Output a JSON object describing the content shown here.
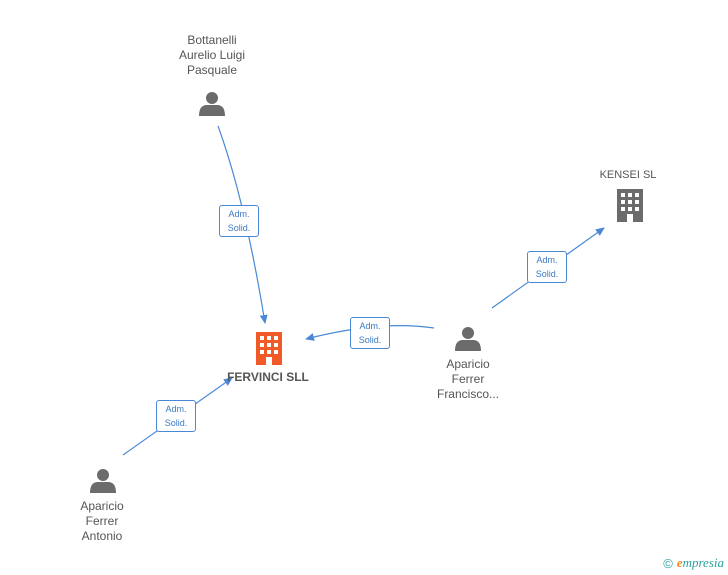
{
  "colors": {
    "edge": "#4a88d6",
    "person_icon": "#6b6b6b",
    "company_icon": "#6b6b6b",
    "main_company_icon": "#f05a28"
  },
  "nodes": {
    "bottanelli": {
      "name_lines": [
        "Bottanelli",
        "Aurelio Luigi",
        "Pasquale"
      ],
      "icon": "person-icon"
    },
    "kensei": {
      "name": "KENSEI SL",
      "icon": "building-icon"
    },
    "fervinci": {
      "name": "FERVINCI SLL",
      "icon": "building-icon"
    },
    "francisco": {
      "name_lines": [
        "Aparicio",
        "Ferrer",
        "Francisco..."
      ],
      "icon": "person-icon"
    },
    "antonio": {
      "name_lines": [
        "Aparicio",
        "Ferrer",
        "Antonio"
      ],
      "icon": "person-icon"
    }
  },
  "edges": [
    {
      "from": "bottanelli",
      "to": "fervinci",
      "label_lines": [
        "Adm.",
        "Solid."
      ]
    },
    {
      "from": "francisco",
      "to": "kensei",
      "label_lines": [
        "Adm.",
        "Solid."
      ]
    },
    {
      "from": "francisco",
      "to": "fervinci",
      "label_lines": [
        "Adm.",
        "Solid."
      ]
    },
    {
      "from": "antonio",
      "to": "fervinci",
      "label_lines": [
        "Adm.",
        "Solid."
      ]
    }
  ],
  "footer": {
    "copyright_symbol": "©",
    "brand_initial": "e",
    "brand_rest": "mpresia"
  }
}
